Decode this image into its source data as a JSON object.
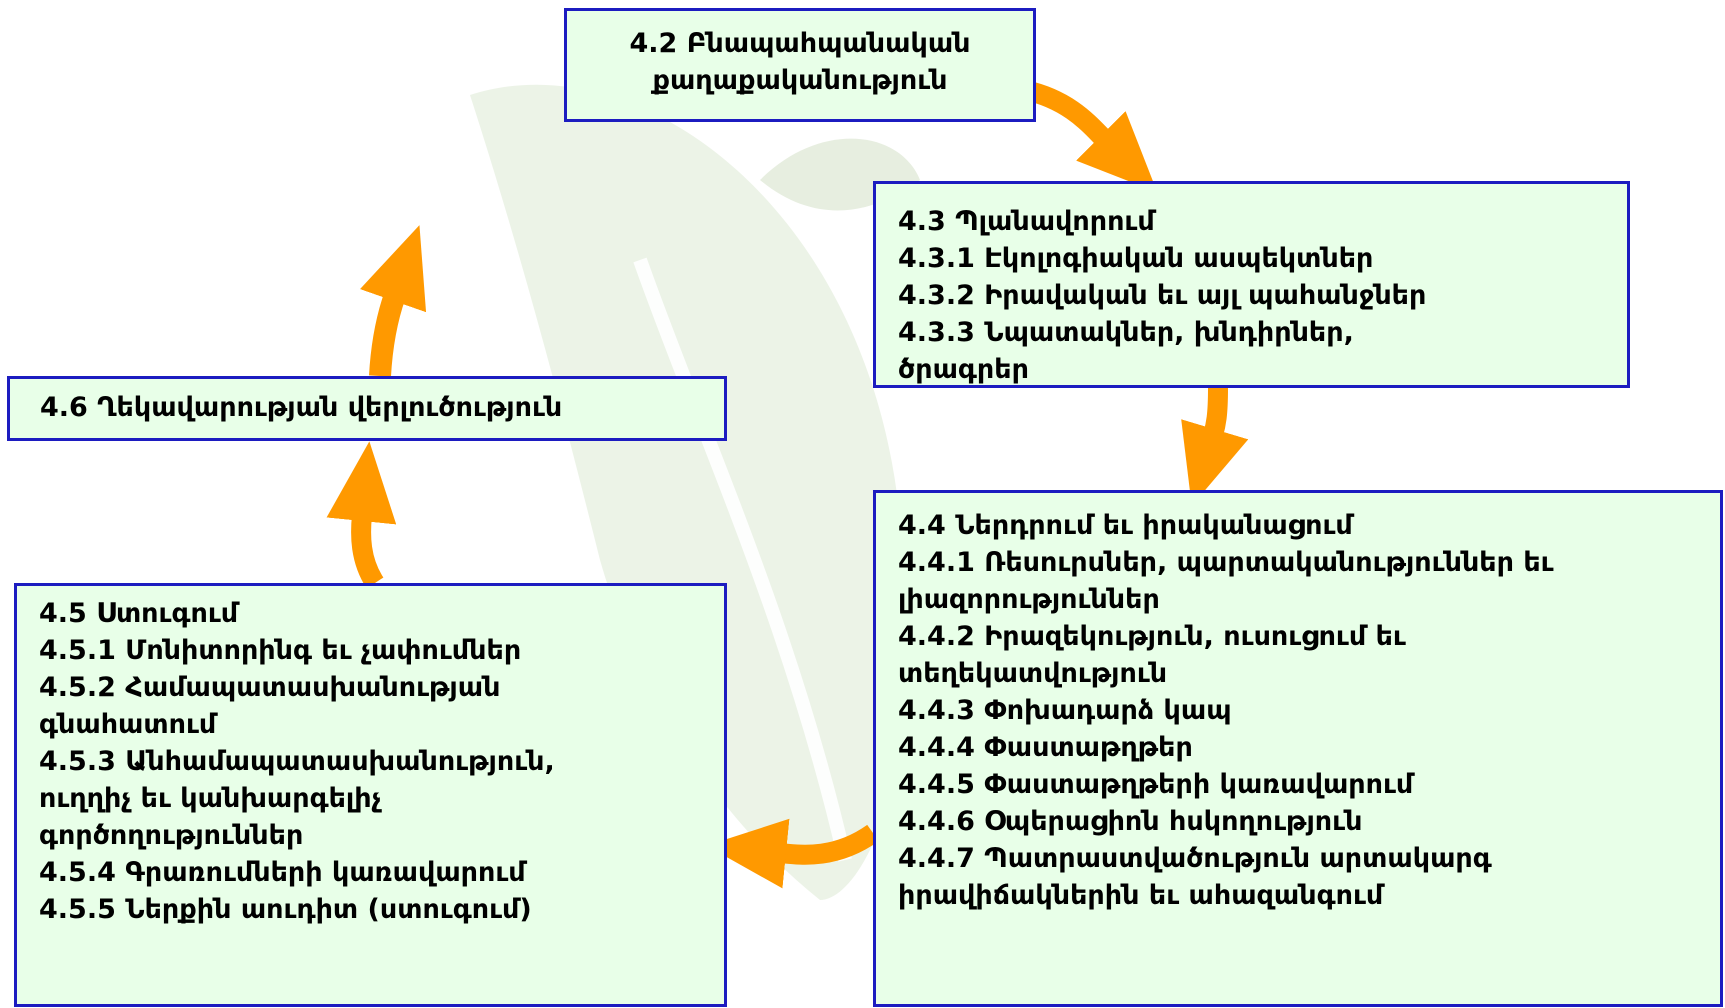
{
  "theme": {
    "box_fill": "#e8ffe8",
    "box_border": "#1c1cc0",
    "arrow_color": "#ff9900",
    "watermark_color": "#e6efdf"
  },
  "boxes": {
    "b42": {
      "lines": [
        "4.2 Բնապահպանական",
        "քաղաքականություն"
      ]
    },
    "b43": {
      "lines": [
        "4.3 Պլանավորում",
        "4.3.1 Էկոլոգիական ասպեկտներ",
        "4.3.2 Իրավական եւ այլ պահանջներ",
        "4.3.3 Նպատակներ, խնդիրներ,",
        "ծրագրեր"
      ]
    },
    "b44": {
      "lines": [
        "4.4 Ներդրում եւ իրականացում",
        "4.4.1 Ռեսուրսներ, պարտականություններ եւ",
        "լիազորություններ",
        "4.4.2 Իրազեկություն, ուսուցում եւ",
        "տեղեկատվություն",
        "4.4.3 Փոխադարձ կապ",
        "4.4.4 Փաստաթղթեր",
        "4.4.5 Փաստաթղթերի կառավարում",
        "4.4.6 Օպերացիոն հսկողություն",
        "4.4.7 Պատրաստվածություն արտակարգ",
        "իրավիճակներին եւ ահազանգում"
      ]
    },
    "b45": {
      "lines": [
        "4.5 Ստուգում",
        "4.5.1 Մոնիտորինգ եւ չափումներ",
        "4.5.2 Համապատասխանության",
        "գնահատում",
        "4.5.3 Անհամապատասխանություն,",
        "ուղղիչ եւ կանխարգելիչ",
        "գործողություններ",
        "4.5.4 Գրառումների կառավարում",
        "4.5.5 Ներքին աուդիտ (ստուգում)"
      ]
    },
    "b46": {
      "lines": [
        "4.6 Ղեկավարության վերլուծություն"
      ]
    }
  }
}
